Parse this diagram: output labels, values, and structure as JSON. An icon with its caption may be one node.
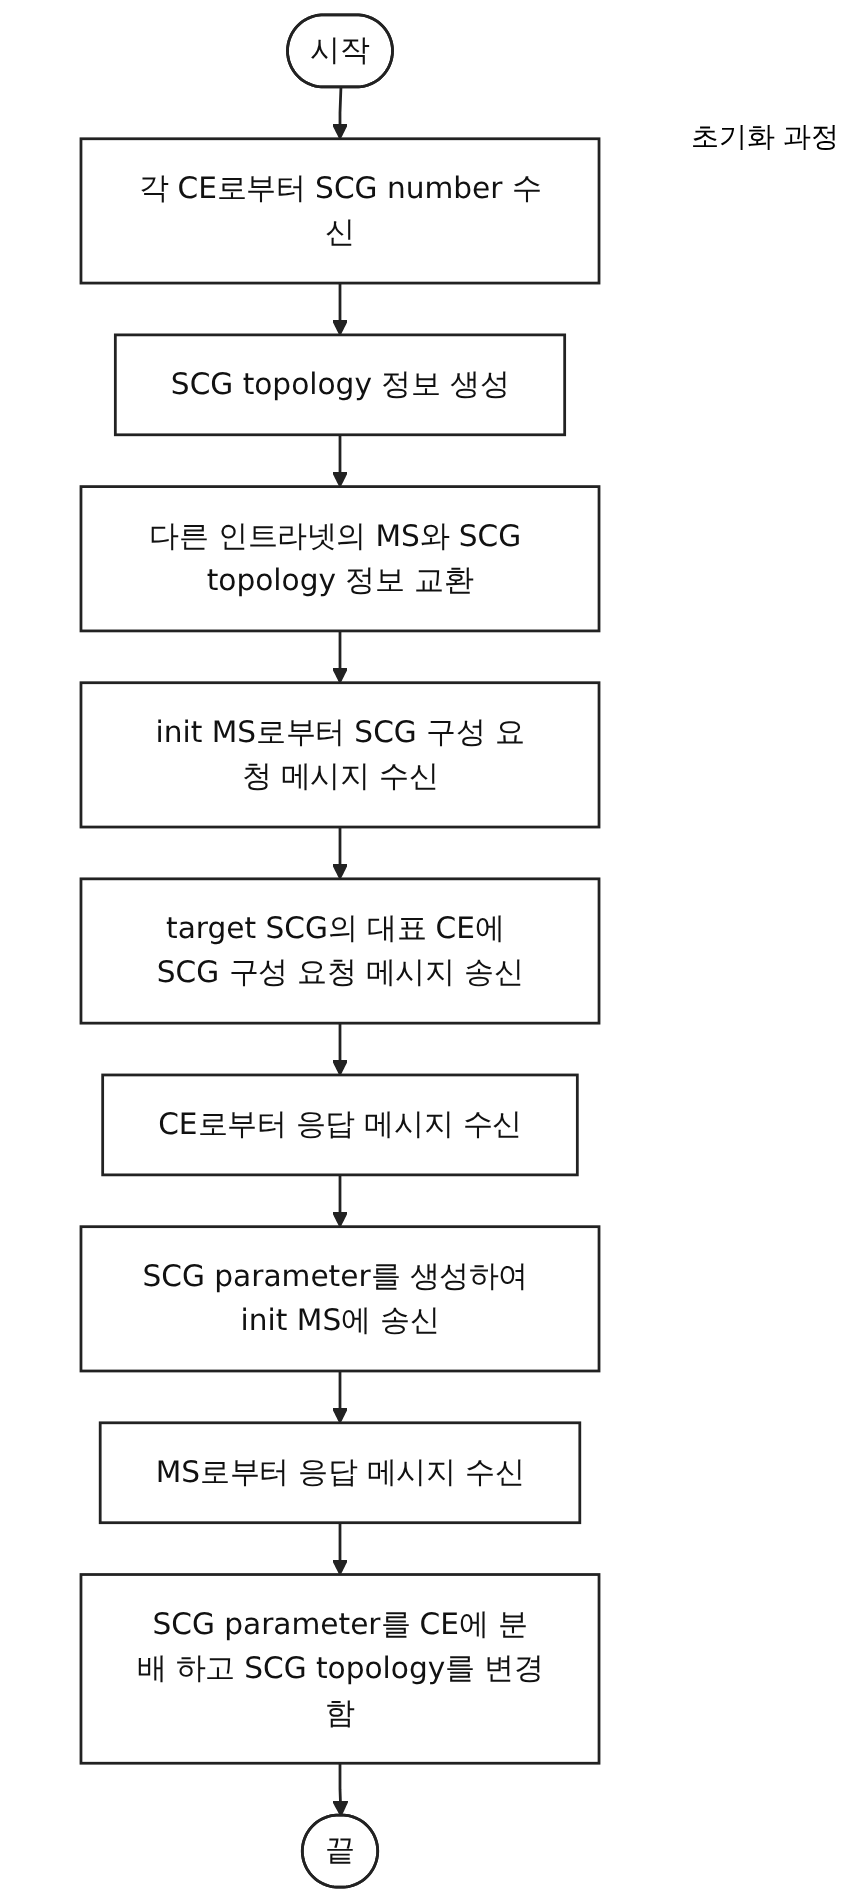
{
  "diagram": {
    "nodes": [
      {
        "text": [
          "시작"
        ]
      },
      {
        "text": [
          "각 CE로부터 SCG number 수신"
        ]
      },
      {
        "text": [
          "SCG topology 정보 생성"
        ]
      },
      {
        "text": [
          "다른 인트라넷의 MS와 SCG topology 정보 교환"
        ]
      },
      {
        "text": [
          "init MS로부터 SCG 구성 요청 메시지 수신"
        ]
      },
      {
        "text": [
          "target SCG의 대표 CE에 SCG 구성 요청 메시지 송신"
        ]
      },
      {
        "text": [
          "CE로부터 응답 메시지 수신"
        ]
      },
      {
        "text": [
          "SCG parameter를 생성하여 init MS에 송신"
        ]
      },
      {
        "text": [
          "MS로부터 응답 메시지 수신"
        ]
      },
      {
        "text": [
          "SCG parameter를 CE에 분배 하고 SCG topology를 변경함"
        ]
      },
      {
        "text": [
          "끝"
        ]
      }
    ],
    "edges": [
      {
        "from": 0,
        "to": 1,
        "arrow": "to"
      },
      {
        "from": 1,
        "to": 2,
        "arrow": "to"
      },
      {
        "from": 2,
        "to": 3,
        "arrow": "to"
      },
      {
        "from": 3,
        "to": 4,
        "arrow": "to"
      },
      {
        "from": 4,
        "to": 5,
        "arrow": "to"
      },
      {
        "from": 5,
        "to": 6,
        "arrow": "to"
      },
      {
        "from": 6,
        "to": 7,
        "arrow": "to"
      },
      {
        "from": 7,
        "to": 8,
        "arrow": "to"
      },
      {
        "from": 8,
        "to": 9,
        "arrow": "to"
      },
      {
        "from": 9,
        "to": 10,
        "arrow": "to"
      }
    ],
    "labels": [
      "초기화 과정"
    ]
  }
}
